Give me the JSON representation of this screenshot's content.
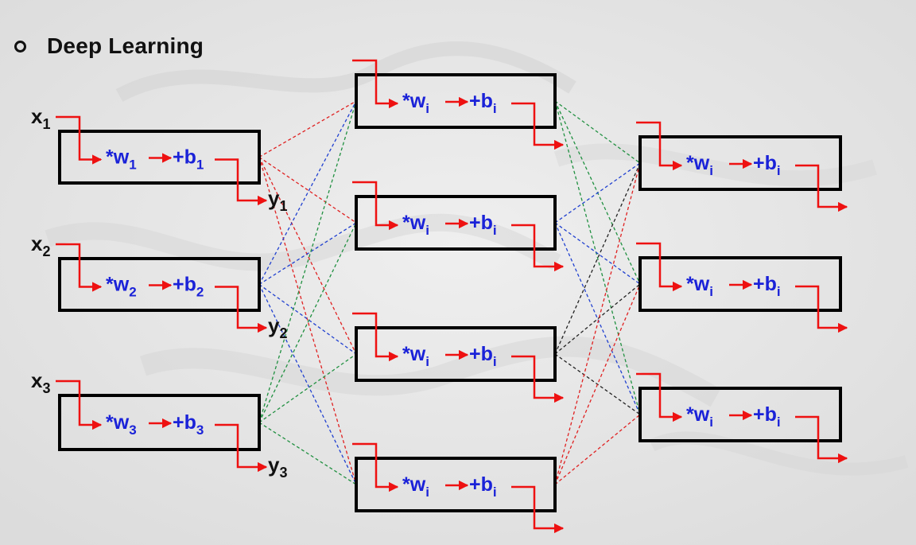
{
  "heading": {
    "bullet": "hollow-circle",
    "text": "Deep Learning"
  },
  "colors": {
    "signal_arrow": "#ee1111",
    "node_text": "#1a22d8",
    "box_border": "#000000",
    "link_red": "#e02020",
    "link_blue": "#2040d0",
    "link_green": "#209040",
    "link_black": "#222222"
  },
  "layers": [
    {
      "name": "input",
      "nodes": [
        {
          "input_label": "x",
          "input_sub": "1",
          "weight": "*w",
          "weight_sub": "1",
          "bias": "+b",
          "bias_sub": "1",
          "output_label": "y",
          "output_sub": "1"
        },
        {
          "input_label": "x",
          "input_sub": "2",
          "weight": "*w",
          "weight_sub": "2",
          "bias": "+b",
          "bias_sub": "2",
          "output_label": "y",
          "output_sub": "2"
        },
        {
          "input_label": "x",
          "input_sub": "3",
          "weight": "*w",
          "weight_sub": "3",
          "bias": "+b",
          "bias_sub": "3",
          "output_label": "y",
          "output_sub": "3"
        }
      ]
    },
    {
      "name": "hidden",
      "nodes": [
        {
          "weight": "*w",
          "weight_sub": "i",
          "bias": "+b",
          "bias_sub": "i"
        },
        {
          "weight": "*w",
          "weight_sub": "i",
          "bias": "+b",
          "bias_sub": "i"
        },
        {
          "weight": "*w",
          "weight_sub": "i",
          "bias": "+b",
          "bias_sub": "i"
        },
        {
          "weight": "*w",
          "weight_sub": "i",
          "bias": "+b",
          "bias_sub": "i"
        }
      ]
    },
    {
      "name": "output",
      "nodes": [
        {
          "weight": "*w",
          "weight_sub": "i",
          "bias": "+b",
          "bias_sub": "i"
        },
        {
          "weight": "*w",
          "weight_sub": "i",
          "bias": "+b",
          "bias_sub": "i"
        },
        {
          "weight": "*w",
          "weight_sub": "i",
          "bias": "+b",
          "bias_sub": "i"
        }
      ]
    }
  ],
  "links_layer1_to_2": [
    {
      "from": 0,
      "to": 0,
      "color": "red"
    },
    {
      "from": 0,
      "to": 1,
      "color": "red"
    },
    {
      "from": 0,
      "to": 2,
      "color": "red"
    },
    {
      "from": 0,
      "to": 3,
      "color": "red"
    },
    {
      "from": 1,
      "to": 0,
      "color": "blue"
    },
    {
      "from": 1,
      "to": 1,
      "color": "blue"
    },
    {
      "from": 1,
      "to": 2,
      "color": "blue"
    },
    {
      "from": 1,
      "to": 3,
      "color": "blue"
    },
    {
      "from": 2,
      "to": 0,
      "color": "green"
    },
    {
      "from": 2,
      "to": 1,
      "color": "green"
    },
    {
      "from": 2,
      "to": 2,
      "color": "green"
    },
    {
      "from": 2,
      "to": 3,
      "color": "green"
    }
  ],
  "links_layer2_to_3": [
    {
      "from": 0,
      "to": 0,
      "color": "green"
    },
    {
      "from": 0,
      "to": 1,
      "color": "green"
    },
    {
      "from": 0,
      "to": 2,
      "color": "green"
    },
    {
      "from": 1,
      "to": 0,
      "color": "blue"
    },
    {
      "from": 1,
      "to": 1,
      "color": "blue"
    },
    {
      "from": 1,
      "to": 2,
      "color": "blue"
    },
    {
      "from": 2,
      "to": 0,
      "color": "black"
    },
    {
      "from": 2,
      "to": 1,
      "color": "black"
    },
    {
      "from": 2,
      "to": 2,
      "color": "black"
    },
    {
      "from": 3,
      "to": 0,
      "color": "red"
    },
    {
      "from": 3,
      "to": 1,
      "color": "red"
    },
    {
      "from": 3,
      "to": 2,
      "color": "red"
    }
  ]
}
